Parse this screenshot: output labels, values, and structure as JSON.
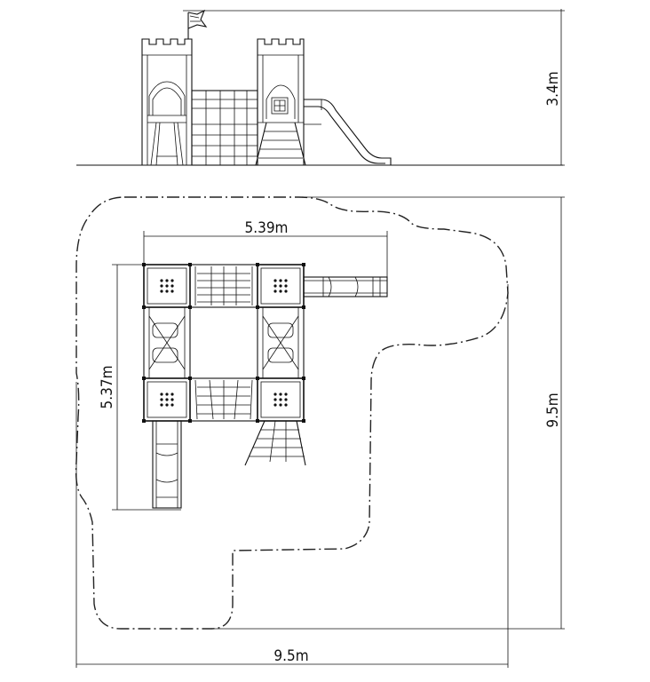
{
  "elevation": {
    "height_label": "3.4m"
  },
  "plan": {
    "width_label": "5.39m",
    "depth_label": "5.37m"
  },
  "safety_zone": {
    "width_label": "9.5m",
    "depth_label": "9.5m"
  }
}
